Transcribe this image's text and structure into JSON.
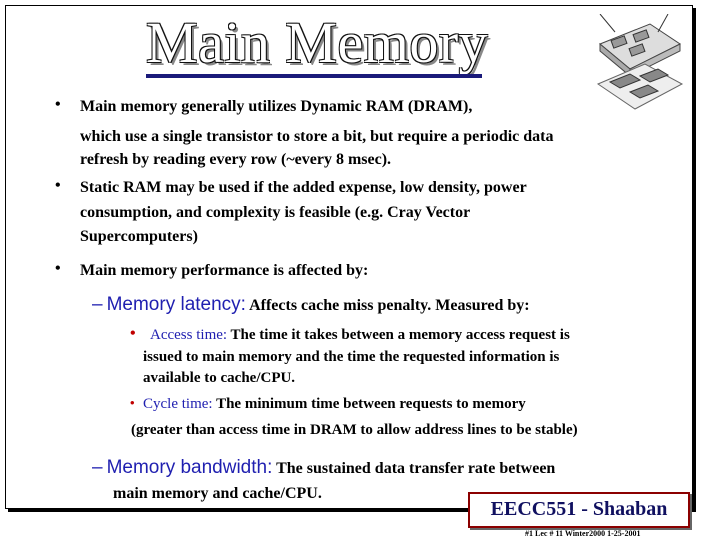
{
  "title": "Main Memory",
  "bullets": [
    {
      "marker": "•",
      "lines": [
        "Main memory generally utilizes Dynamic RAM (DRAM),",
        "which use a single transistor to store a bit, but require a periodic data",
        "refresh by reading every row (~every 8 msec)."
      ]
    },
    {
      "marker": "•",
      "lines": [
        "Static RAM may be used if the added expense, low density, power",
        "consumption,  and complexity is feasible  (e.g.  Cray Vector",
        "Supercomputers)"
      ]
    },
    {
      "marker": "•",
      "lines": [
        "Main memory performance is affected by:"
      ]
    }
  ],
  "latency": {
    "dash": "–",
    "term": "Memory latency:",
    "rest": "Affects cache miss penalty.  Measured by:",
    "access": {
      "marker": "•",
      "term": "Access time:",
      "line1": "The time it takes between a memory access request is",
      "line2": "issued to main memory and the time the requested information is",
      "line3": "available to cache/CPU."
    },
    "cycle": {
      "marker": "•",
      "term": "Cycle time:",
      "line1": "The minimum time between requests to memory",
      "line2": "(greater than access time in DRAM to allow address lines to be stable)"
    }
  },
  "bandwidth": {
    "dash": "–",
    "term": "Memory bandwidth:",
    "rest": "The sustained data transfer rate between",
    "line2": "main memory and cache/CPU."
  },
  "footer": {
    "course": "EECC551 - Shaaban",
    "note": "#1   Lec # 11   Winter2000  1-25-2001"
  },
  "icons": {
    "illustration": "memory-chips-icon"
  },
  "colors": {
    "accent": "#1f1fb0",
    "footer_border": "#8b0000"
  }
}
